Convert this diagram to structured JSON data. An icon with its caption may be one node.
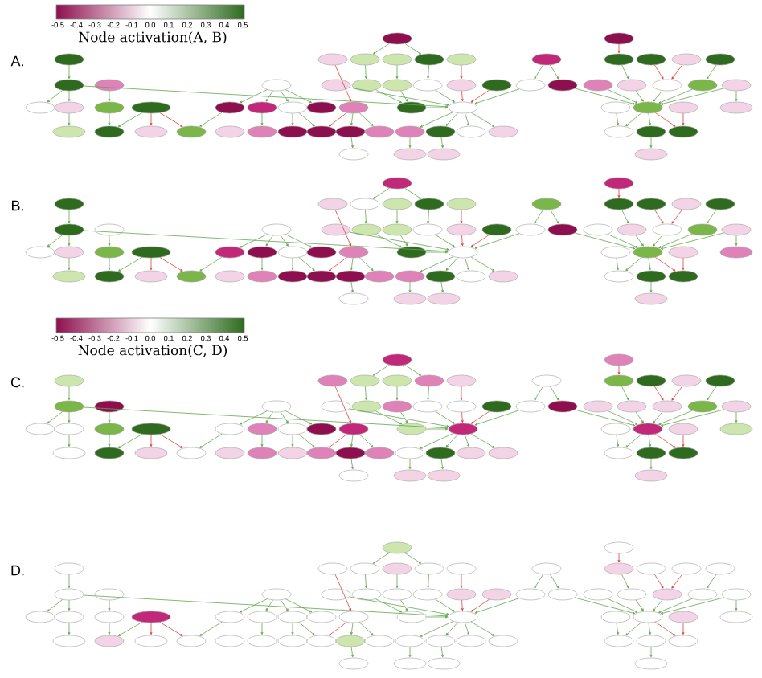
{
  "diagram": {
    "nodes": [
      {
        "text": [],
        "shape": "ellipse"
      },
      {
        "text": [],
        "shape": "ellipse"
      },
      {
        "text": [],
        "shape": "ellipse"
      },
      {
        "text": [],
        "shape": "ellipse"
      },
      {
        "text": [],
        "shape": "ellipse"
      },
      {
        "text": [],
        "shape": "ellipse"
      },
      {
        "text": [],
        "shape": "ellipse"
      },
      {
        "text": [],
        "shape": "ellipse"
      },
      {
        "text": [],
        "shape": "ellipse"
      },
      {
        "text": [],
        "shape": "ellipse"
      },
      {
        "text": [],
        "shape": "ellipse"
      },
      {
        "text": [],
        "shape": "ellipse"
      },
      {
        "text": [],
        "shape": "ellipse"
      },
      {
        "text": [],
        "shape": "ellipse"
      },
      {
        "text": [],
        "shape": "ellipse"
      },
      {
        "text": [],
        "shape": "ellipse"
      },
      {
        "text": [],
        "shape": "ellipse"
      },
      {
        "text": [],
        "shape": "ellipse"
      },
      {
        "text": [],
        "shape": "ellipse"
      },
      {
        "text": [],
        "shape": "ellipse"
      },
      {
        "text": [],
        "shape": "ellipse"
      },
      {
        "text": [],
        "shape": "ellipse"
      },
      {
        "text": [],
        "shape": "ellipse"
      },
      {
        "text": [],
        "shape": "ellipse"
      },
      {
        "text": [],
        "shape": "ellipse"
      },
      {
        "text": [],
        "shape": "ellipse"
      },
      {
        "text": [],
        "shape": "ellipse"
      },
      {
        "text": [],
        "shape": "ellipse"
      },
      {
        "text": [],
        "shape": "ellipse"
      },
      {
        "text": [],
        "shape": "ellipse"
      },
      {
        "text": [],
        "shape": "ellipse"
      },
      {
        "text": [],
        "shape": "ellipse"
      },
      {
        "text": [],
        "shape": "ellipse"
      },
      {
        "text": [],
        "shape": "ellipse"
      },
      {
        "text": [],
        "shape": "ellipse"
      },
      {
        "text": [],
        "shape": "ellipse"
      },
      {
        "text": [],
        "shape": "ellipse"
      },
      {
        "text": [],
        "shape": "ellipse"
      },
      {
        "text": [],
        "shape": "ellipse"
      },
      {
        "text": [],
        "shape": "ellipse"
      },
      {
        "text": [],
        "shape": "ellipse"
      },
      {
        "text": [],
        "shape": "ellipse"
      },
      {
        "text": [],
        "shape": "ellipse"
      },
      {
        "text": [],
        "shape": "ellipse"
      },
      {
        "text": [],
        "shape": "ellipse"
      },
      {
        "text": [],
        "shape": "ellipse"
      },
      {
        "text": [],
        "shape": "ellipse"
      },
      {
        "text": [],
        "shape": "ellipse"
      },
      {
        "text": [],
        "shape": "ellipse"
      },
      {
        "text": [],
        "shape": "ellipse"
      },
      {
        "text": [],
        "shape": "ellipse"
      },
      {
        "text": [],
        "shape": "ellipse"
      },
      {
        "text": [],
        "shape": "ellipse"
      },
      {
        "text": [],
        "shape": "ellipse"
      },
      {
        "text": [],
        "shape": "ellipse"
      },
      {
        "text": [],
        "shape": "ellipse"
      },
      {
        "text": [],
        "shape": "ellipse"
      },
      {
        "text": [],
        "shape": "ellipse"
      },
      {
        "text": [],
        "shape": "ellipse"
      },
      {
        "text": [],
        "shape": "ellipse"
      },
      {
        "text": [],
        "shape": "ellipse"
      },
      {
        "text": [],
        "shape": "ellipse"
      },
      {
        "text": [],
        "shape": "ellipse"
      },
      {
        "text": [],
        "shape": "ellipse"
      },
      {
        "text": [],
        "shape": "ellipse"
      },
      {
        "text": [],
        "shape": "ellipse"
      },
      {
        "text": [],
        "shape": "ellipse"
      },
      {
        "text": [],
        "shape": "ellipse"
      },
      {
        "text": [],
        "shape": "ellipse"
      },
      {
        "text": [],
        "shape": "ellipse"
      },
      {
        "text": [],
        "shape": "ellipse"
      },
      {
        "text": [],
        "shape": "ellipse"
      },
      {
        "text": [],
        "shape": "ellipse"
      },
      {
        "text": [],
        "shape": "ellipse"
      },
      {
        "text": [],
        "shape": "ellipse"
      },
      {
        "text": [],
        "shape": "ellipse"
      },
      {
        "text": [],
        "shape": "ellipse"
      },
      {
        "text": [],
        "shape": "ellipse"
      },
      {
        "text": [],
        "shape": "ellipse"
      },
      {
        "text": [],
        "shape": "ellipse"
      },
      {
        "text": [],
        "shape": "ellipse"
      },
      {
        "text": [],
        "shape": "ellipse"
      },
      {
        "text": [],
        "shape": "ellipse"
      },
      {
        "text": [],
        "shape": "ellipse"
      },
      {
        "text": [],
        "shape": "ellipse"
      },
      {
        "text": [],
        "shape": "ellipse"
      },
      {
        "text": [],
        "shape": "ellipse"
      },
      {
        "text": [],
        "shape": "ellipse"
      },
      {
        "text": [],
        "shape": "ellipse"
      },
      {
        "text": [],
        "shape": "ellipse"
      },
      {
        "text": [],
        "shape": "ellipse"
      },
      {
        "text": [],
        "shape": "ellipse"
      },
      {
        "text": [],
        "shape": "ellipse"
      },
      {
        "text": [],
        "shape": "ellipse"
      },
      {
        "text": [],
        "shape": "ellipse"
      },
      {
        "text": [],
        "shape": "ellipse"
      },
      {
        "text": [],
        "shape": "ellipse"
      },
      {
        "text": [],
        "shape": "ellipse"
      },
      {
        "text": [],
        "shape": "ellipse"
      },
      {
        "text": [],
        "shape": "ellipse"
      },
      {
        "text": [],
        "shape": "ellipse"
      },
      {
        "text": [],
        "shape": "ellipse"
      },
      {
        "text": [],
        "shape": "ellipse"
      },
      {
        "text": [],
        "shape": "ellipse"
      },
      {
        "text": [],
        "shape": "ellipse"
      },
      {
        "text": [],
        "shape": "ellipse"
      },
      {
        "text": [],
        "shape": "ellipse"
      },
      {
        "text": [],
        "shape": "ellipse"
      },
      {
        "text": [],
        "shape": "ellipse"
      },
      {
        "text": [],
        "shape": "ellipse"
      },
      {
        "text": [],
        "shape": "ellipse"
      },
      {
        "text": [],
        "shape": "ellipse"
      },
      {
        "text": [],
        "shape": "ellipse"
      },
      {
        "text": [],
        "shape": "ellipse"
      },
      {
        "text": [],
        "shape": "ellipse"
      },
      {
        "text": [],
        "shape": "ellipse"
      },
      {
        "text": [],
        "shape": "ellipse"
      },
      {
        "text": [],
        "shape": "ellipse"
      },
      {
        "text": [],
        "shape": "ellipse"
      },
      {
        "text": [],
        "shape": "ellipse"
      },
      {
        "text": [],
        "shape": "ellipse"
      },
      {
        "text": [],
        "shape": "ellipse"
      },
      {
        "text": [],
        "shape": "ellipse"
      },
      {
        "text": [],
        "shape": "ellipse"
      },
      {
        "text": [],
        "shape": "ellipse"
      },
      {
        "text": [],
        "shape": "ellipse"
      },
      {
        "text": [],
        "shape": "ellipse"
      },
      {
        "text": [],
        "shape": "ellipse"
      },
      {
        "text": [],
        "shape": "ellipse"
      },
      {
        "text": [],
        "shape": "ellipse"
      },
      {
        "text": [],
        "shape": "ellipse"
      },
      {
        "text": [],
        "shape": "ellipse"
      },
      {
        "text": [],
        "shape": "ellipse"
      },
      {
        "text": [],
        "shape": "ellipse"
      },
      {
        "text": [],
        "shape": "ellipse"
      },
      {
        "text": [],
        "shape": "ellipse"
      },
      {
        "text": [],
        "shape": "ellipse"
      },
      {
        "text": [],
        "shape": "ellipse"
      },
      {
        "text": [],
        "shape": "ellipse"
      },
      {
        "text": [],
        "shape": "ellipse"
      },
      {
        "text": [],
        "shape": "ellipse"
      },
      {
        "text": [],
        "shape": "ellipse"
      },
      {
        "text": [],
        "shape": "ellipse"
      },
      {
        "text": [],
        "shape": "ellipse"
      },
      {
        "text": [],
        "shape": "ellipse"
      },
      {
        "text": [],
        "shape": "ellipse"
      },
      {
        "text": [],
        "shape": "ellipse"
      },
      {
        "text": [],
        "shape": "ellipse"
      },
      {
        "text": [],
        "shape": "ellipse"
      },
      {
        "text": [],
        "shape": "ellipse"
      },
      {
        "text": [],
        "shape": "ellipse"
      },
      {
        "text": [],
        "shape": "ellipse"
      },
      {
        "text": [],
        "shape": "ellipse"
      },
      {
        "text": [],
        "shape": "ellipse"
      },
      {
        "text": [],
        "shape": "ellipse"
      },
      {
        "text": [],
        "shape": "ellipse"
      },
      {
        "text": [],
        "shape": "ellipse"
      },
      {
        "text": [],
        "shape": "ellipse"
      },
      {
        "text": [],
        "shape": "ellipse"
      },
      {
        "text": [],
        "shape": "ellipse"
      },
      {
        "text": [],
        "shape": "ellipse"
      },
      {
        "text": [],
        "shape": "ellipse"
      },
      {
        "text": [],
        "shape": "ellipse"
      },
      {
        "text": [],
        "shape": "ellipse"
      },
      {
        "text": [],
        "shape": "ellipse"
      },
      {
        "text": [],
        "shape": "ellipse"
      },
      {
        "text": [],
        "shape": "ellipse"
      },
      {
        "text": [],
        "shape": "ellipse"
      },
      {
        "text": [],
        "shape": "ellipse"
      },
      {
        "text": [],
        "shape": "ellipse"
      },
      {
        "text": [],
        "shape": "ellipse"
      },
      {
        "text": [],
        "shape": "ellipse"
      },
      {
        "text": [],
        "shape": "ellipse"
      },
      {
        "text": [],
        "shape": "ellipse"
      },
      {
        "text": [],
        "shape": "ellipse"
      },
      {
        "text": [],
        "shape": "ellipse"
      },
      {
        "text": [],
        "shape": "ellipse"
      },
      {
        "text": [],
        "shape": "ellipse"
      },
      {
        "text": [],
        "shape": "ellipse"
      },
      {
        "text": [],
        "shape": "ellipse"
      },
      {
        "text": [],
        "shape": "ellipse"
      },
      {
        "text": [],
        "shape": "ellipse"
      },
      {
        "text": [],
        "shape": "ellipse"
      },
      {
        "text": [],
        "shape": "ellipse"
      },
      {
        "text": [],
        "shape": "ellipse"
      },
      {
        "text": [],
        "shape": "ellipse"
      },
      {
        "text": [],
        "shape": "ellipse"
      },
      {
        "text": [],
        "shape": "ellipse"
      },
      {
        "text": [],
        "shape": "ellipse"
      },
      {
        "text": [],
        "shape": "ellipse"
      },
      {
        "text": [],
        "shape": "ellipse"
      },
      {
        "text": [],
        "shape": "ellipse"
      },
      {
        "text": [],
        "shape": "ellipse"
      },
      {
        "text": [],
        "shape": "ellipse"
      },
      {
        "text": [],
        "shape": "ellipse"
      },
      {
        "text": [],
        "shape": "ellipse"
      },
      {
        "text": [],
        "shape": "ellipse"
      },
      {
        "text": [],
        "shape": "ellipse"
      },
      {
        "text": [],
        "shape": "ellipse"
      },
      {
        "text": [],
        "shape": "ellipse"
      },
      {
        "text": [],
        "shape": "ellipse"
      },
      {
        "text": [],
        "shape": "ellipse"
      },
      {
        "text": [],
        "shape": "ellipse"
      },
      {
        "text": [],
        "shape": "ellipse"
      },
      {
        "text": [],
        "shape": "ellipse"
      },
      {
        "text": [],
        "shape": "ellipse"
      },
      {
        "text": [],
        "shape": "ellipse"
      },
      {
        "text": [],
        "shape": "ellipse"
      },
      {
        "text": [],
        "shape": "ellipse"
      },
      {
        "text": [],
        "shape": "ellipse"
      },
      {
        "text": [],
        "shape": "ellipse"
      },
      {
        "text": [],
        "shape": "ellipse"
      },
      {
        "text": [],
        "shape": "ellipse"
      },
      {
        "text": [],
        "shape": "ellipse"
      },
      {
        "text": [],
        "shape": "ellipse"
      },
      {
        "text": [],
        "shape": "ellipse"
      },
      {
        "text": [],
        "shape": "ellipse"
      },
      {
        "text": [],
        "shape": "ellipse"
      },
      {
        "text": [],
        "shape": "ellipse"
      },
      {
        "text": [],
        "shape": "ellipse"
      },
      {
        "text": [],
        "shape": "ellipse"
      },
      {
        "text": [],
        "shape": "ellipse"
      },
      {
        "text": [],
        "shape": "ellipse"
      },
      {
        "text": [],
        "shape": "ellipse"
      },
      {
        "text": [],
        "shape": "ellipse"
      },
      {
        "text": [],
        "shape": "ellipse"
      },
      {
        "text": [],
        "shape": "ellipse"
      },
      {
        "text": [],
        "shape": "ellipse"
      },
      {
        "text": [],
        "shape": "ellipse"
      },
      {
        "text": [],
        "shape": "ellipse"
      },
      {
        "text": [],
        "shape": "ellipse"
      },
      {
        "text": [],
        "shape": "ellipse"
      },
      {
        "text": [],
        "shape": "ellipse"
      },
      {
        "text": [],
        "shape": "ellipse"
      },
      {
        "text": [],
        "shape": "ellipse"
      },
      {
        "text": [],
        "shape": "ellipse"
      },
      {
        "text": [],
        "shape": "ellipse"
      },
      {
        "text": [],
        "shape": "ellipse"
      },
      {
        "text": [],
        "shape": "ellipse"
      },
      {
        "text": [],
        "shape": "ellipse"
      },
      {
        "text": [],
        "shape": "ellipse"
      },
      {
        "text": [],
        "shape": "ellipse"
      },
      {
        "text": [],
        "shape": "ellipse"
      },
      {
        "text": [],
        "shape": "ellipse"
      },
      {
        "text": [],
        "shape": "ellipse"
      },
      {
        "text": [],
        "shape": "ellipse"
      },
      {
        "text": [],
        "shape": "ellipse"
      },
      {
        "text": [],
        "shape": "ellipse"
      },
      {
        "text": [],
        "shape": "ellipse"
      },
      {
        "text": [],
        "shape": "ellipse"
      },
      {
        "text": [],
        "shape": "ellipse"
      },
      {
        "text": [],
        "shape": "ellipse"
      },
      {
        "text": [],
        "shape": "ellipse"
      },
      {
        "text": [],
        "shape": "ellipse"
      },
      {
        "text": [],
        "shape": "ellipse"
      },
      {
        "text": [],
        "shape": "ellipse"
      },
      {
        "text": [],
        "shape": "ellipse"
      },
      {
        "text": [],
        "shape": "ellipse"
      },
      {
        "text": [],
        "shape": "ellipse"
      },
      {
        "text": [],
        "shape": "ellipse"
      }
    ],
    "edges": [
      {
        "from": 0,
        "to": 1,
        "arrow": "to"
      },
      {
        "from": 1,
        "to": 2,
        "arrow": "to"
      },
      {
        "from": 1,
        "to": 3,
        "arrow": "to"
      },
      {
        "from": 3,
        "to": 4,
        "arrow": "to"
      },
      {
        "from": 5,
        "to": 6,
        "arrow": "to"
      },
      {
        "from": 6,
        "to": 7,
        "arrow": "to"
      },
      {
        "from": 8,
        "to": 7,
        "arrow": "to"
      },
      {
        "from": 8,
        "to": 9,
        "arrow": "to",
        "color": "#e0403a"
      },
      {
        "from": 8,
        "to": 10,
        "arrow": "to",
        "color": "#e0403a"
      },
      {
        "from": 11,
        "to": 12,
        "arrow": "to"
      },
      {
        "from": 11,
        "to": 14,
        "arrow": "to"
      },
      {
        "from": 11,
        "to": 16,
        "arrow": "to"
      },
      {
        "from": 11,
        "to": 18,
        "arrow": "to"
      },
      {
        "from": 12,
        "to": 10,
        "arrow": "to"
      },
      {
        "from": 14,
        "to": 15,
        "arrow": "to"
      },
      {
        "from": 16,
        "to": 17,
        "arrow": "to"
      },
      {
        "from": 1,
        "to": 39,
        "arrow": "to"
      },
      {
        "from": 19,
        "to": 23,
        "arrow": "to",
        "color": "#e0403a"
      },
      {
        "from": 20,
        "to": 22,
        "arrow": "to"
      },
      {
        "from": 23,
        "to": 24,
        "arrow": "to",
        "color": "#e0403a"
      },
      {
        "from": 23,
        "to": 25,
        "arrow": "to"
      },
      {
        "from": 23,
        "to": 26,
        "arrow": "to"
      },
      {
        "from": 25,
        "to": 27,
        "arrow": "to"
      },
      {
        "from": 16,
        "to": 24,
        "arrow": "to"
      },
      {
        "from": 28,
        "to": 20,
        "arrow": "to"
      },
      {
        "from": 28,
        "to": 30,
        "arrow": "to"
      },
      {
        "from": 29,
        "to": 32,
        "arrow": "to"
      },
      {
        "from": 30,
        "to": 33,
        "arrow": "to"
      },
      {
        "from": 31,
        "to": 34,
        "arrow": "to",
        "color": "#e0403a"
      },
      {
        "from": 22,
        "to": 38,
        "arrow": "to"
      },
      {
        "from": 32,
        "to": 38,
        "arrow": "to"
      },
      {
        "from": 38,
        "to": 39,
        "arrow": "to"
      },
      {
        "from": 33,
        "to": 39,
        "arrow": "to"
      },
      {
        "from": 34,
        "to": 39,
        "arrow": "to",
        "color": "#e0403a"
      },
      {
        "from": 35,
        "to": 39,
        "arrow": "to",
        "color": "#e0403a"
      },
      {
        "from": 36,
        "to": 39,
        "arrow": "to"
      },
      {
        "from": 21,
        "to": 39,
        "arrow": "to"
      },
      {
        "from": 39,
        "to": 40,
        "arrow": "to"
      },
      {
        "from": 39,
        "to": 41,
        "arrow": "to"
      },
      {
        "from": 39,
        "to": 42,
        "arrow": "to"
      },
      {
        "from": 39,
        "to": 43,
        "arrow": "to"
      },
      {
        "from": 40,
        "to": 44,
        "arrow": "to"
      },
      {
        "from": 41,
        "to": 45,
        "arrow": "to"
      },
      {
        "from": 46,
        "to": 36,
        "arrow": "to"
      },
      {
        "from": 46,
        "to": 37,
        "arrow": "to"
      },
      {
        "from": 37,
        "to": 58,
        "arrow": "to"
      },
      {
        "from": 47,
        "to": 48,
        "arrow": "to",
        "color": "#e0403a"
      },
      {
        "from": 48,
        "to": 53,
        "arrow": "to"
      },
      {
        "from": 49,
        "to": 54,
        "arrow": "to",
        "color": "#e0403a"
      },
      {
        "from": 50,
        "to": 54,
        "arrow": "to",
        "color": "#e0403a"
      },
      {
        "from": 51,
        "to": 55,
        "arrow": "to"
      },
      {
        "from": 52,
        "to": 58,
        "arrow": "to"
      },
      {
        "from": 53,
        "to": 58,
        "arrow": "to"
      },
      {
        "from": 54,
        "to": 58,
        "arrow": "to"
      },
      {
        "from": 55,
        "to": 58,
        "arrow": "to"
      },
      {
        "from": 56,
        "to": 60,
        "arrow": "to"
      },
      {
        "from": 57,
        "to": 61,
        "arrow": "to"
      },
      {
        "from": 58,
        "to": 61,
        "arrow": "to"
      },
      {
        "from": 58,
        "to": 62,
        "arrow": "to"
      },
      {
        "from": 58,
        "to": 63,
        "arrow": "to",
        "color": "#e0403a"
      },
      {
        "from": 59,
        "to": 63,
        "arrow": "to",
        "color": "#e0403a"
      },
      {
        "from": 62,
        "to": 64,
        "arrow": "to"
      },
      {
        "from": 56,
        "to": 58,
        "arrow": "to"
      },
      {
        "from": 65,
        "to": 66,
        "arrow": "to"
      },
      {
        "from": 66,
        "to": 67,
        "arrow": "to"
      },
      {
        "from": 66,
        "to": 68,
        "arrow": "to"
      },
      {
        "from": 68,
        "to": 69,
        "arrow": "to"
      },
      {
        "from": 70,
        "to": 71,
        "arrow": "to"
      },
      {
        "from": 71,
        "to": 72,
        "arrow": "to"
      },
      {
        "from": 73,
        "to": 72,
        "arrow": "to"
      },
      {
        "from": 73,
        "to": 74,
        "arrow": "to",
        "color": "#e0403a"
      },
      {
        "from": 73,
        "to": 75,
        "arrow": "to",
        "color": "#e0403a"
      },
      {
        "from": 76,
        "to": 77,
        "arrow": "to"
      },
      {
        "from": 76,
        "to": 79,
        "arrow": "to"
      },
      {
        "from": 76,
        "to": 81,
        "arrow": "to"
      },
      {
        "from": 76,
        "to": 83,
        "arrow": "to"
      },
      {
        "from": 77,
        "to": 75,
        "arrow": "to"
      },
      {
        "from": 79,
        "to": 80,
        "arrow": "to"
      },
      {
        "from": 81,
        "to": 82,
        "arrow": "to"
      },
      {
        "from": 66,
        "to": 104,
        "arrow": "to"
      },
      {
        "from": 84,
        "to": 88,
        "arrow": "to",
        "color": "#e0403a"
      },
      {
        "from": 85,
        "to": 87,
        "arrow": "to"
      },
      {
        "from": 88,
        "to": 89,
        "arrow": "to",
        "color": "#e0403a"
      },
      {
        "from": 88,
        "to": 90,
        "arrow": "to"
      },
      {
        "from": 88,
        "to": 91,
        "arrow": "to"
      },
      {
        "from": 90,
        "to": 92,
        "arrow": "to"
      },
      {
        "from": 81,
        "to": 89,
        "arrow": "to"
      },
      {
        "from": 93,
        "to": 85,
        "arrow": "to"
      },
      {
        "from": 93,
        "to": 95,
        "arrow": "to"
      },
      {
        "from": 94,
        "to": 97,
        "arrow": "to"
      },
      {
        "from": 95,
        "to": 98,
        "arrow": "to"
      },
      {
        "from": 96,
        "to": 99,
        "arrow": "to",
        "color": "#e0403a"
      },
      {
        "from": 87,
        "to": 103,
        "arrow": "to"
      },
      {
        "from": 97,
        "to": 103,
        "arrow": "to"
      },
      {
        "from": 103,
        "to": 104,
        "arrow": "to"
      },
      {
        "from": 98,
        "to": 104,
        "arrow": "to"
      },
      {
        "from": 99,
        "to": 104,
        "arrow": "to",
        "color": "#e0403a"
      },
      {
        "from": 100,
        "to": 104,
        "arrow": "to",
        "color": "#e0403a"
      },
      {
        "from": 101,
        "to": 104,
        "arrow": "to"
      },
      {
        "from": 86,
        "to": 104,
        "arrow": "to"
      },
      {
        "from": 104,
        "to": 105,
        "arrow": "to"
      },
      {
        "from": 104,
        "to": 106,
        "arrow": "to"
      },
      {
        "from": 104,
        "to": 107,
        "arrow": "to"
      },
      {
        "from": 104,
        "to": 108,
        "arrow": "to"
      },
      {
        "from": 105,
        "to": 109,
        "arrow": "to"
      },
      {
        "from": 106,
        "to": 110,
        "arrow": "to"
      },
      {
        "from": 111,
        "to": 101,
        "arrow": "to"
      },
      {
        "from": 111,
        "to": 102,
        "arrow": "to"
      },
      {
        "from": 102,
        "to": 123,
        "arrow": "to"
      },
      {
        "from": 112,
        "to": 113,
        "arrow": "to",
        "color": "#e0403a"
      },
      {
        "from": 113,
        "to": 118,
        "arrow": "to"
      },
      {
        "from": 114,
        "to": 119,
        "arrow": "to",
        "color": "#e0403a"
      },
      {
        "from": 115,
        "to": 119,
        "arrow": "to",
        "color": "#e0403a"
      },
      {
        "from": 116,
        "to": 120,
        "arrow": "to"
      },
      {
        "from": 117,
        "to": 123,
        "arrow": "to"
      },
      {
        "from": 118,
        "to": 123,
        "arrow": "to"
      },
      {
        "from": 119,
        "to": 123,
        "arrow": "to"
      },
      {
        "from": 120,
        "to": 123,
        "arrow": "to"
      },
      {
        "from": 121,
        "to": 125,
        "arrow": "to"
      },
      {
        "from": 122,
        "to": 126,
        "arrow": "to"
      },
      {
        "from": 123,
        "to": 126,
        "arrow": "to"
      },
      {
        "from": 123,
        "to": 127,
        "arrow": "to"
      },
      {
        "from": 123,
        "to": 128,
        "arrow": "to",
        "color": "#e0403a"
      },
      {
        "from": 124,
        "to": 128,
        "arrow": "to",
        "color": "#e0403a"
      },
      {
        "from": 127,
        "to": 129,
        "arrow": "to"
      },
      {
        "from": 121,
        "to": 123,
        "arrow": "to"
      },
      {
        "from": 130,
        "to": 131,
        "arrow": "to"
      },
      {
        "from": 131,
        "to": 132,
        "arrow": "to"
      },
      {
        "from": 131,
        "to": 133,
        "arrow": "to"
      },
      {
        "from": 133,
        "to": 134,
        "arrow": "to"
      },
      {
        "from": 135,
        "to": 136,
        "arrow": "to"
      },
      {
        "from": 136,
        "to": 137,
        "arrow": "to"
      },
      {
        "from": 138,
        "to": 137,
        "arrow": "to"
      },
      {
        "from": 138,
        "to": 139,
        "arrow": "to",
        "color": "#e0403a"
      },
      {
        "from": 138,
        "to": 140,
        "arrow": "to",
        "color": "#e0403a"
      },
      {
        "from": 141,
        "to": 142,
        "arrow": "to"
      },
      {
        "from": 141,
        "to": 144,
        "arrow": "to"
      },
      {
        "from": 141,
        "to": 146,
        "arrow": "to"
      },
      {
        "from": 141,
        "to": 148,
        "arrow": "to"
      },
      {
        "from": 142,
        "to": 140,
        "arrow": "to"
      },
      {
        "from": 144,
        "to": 145,
        "arrow": "to"
      },
      {
        "from": 146,
        "to": 147,
        "arrow": "to"
      },
      {
        "from": 131,
        "to": 169,
        "arrow": "to"
      },
      {
        "from": 149,
        "to": 153,
        "arrow": "to",
        "color": "#e0403a"
      },
      {
        "from": 150,
        "to": 152,
        "arrow": "to"
      },
      {
        "from": 153,
        "to": 154,
        "arrow": "to",
        "color": "#e0403a"
      },
      {
        "from": 153,
        "to": 155,
        "arrow": "to"
      },
      {
        "from": 153,
        "to": 156,
        "arrow": "to"
      },
      {
        "from": 155,
        "to": 157,
        "arrow": "to"
      },
      {
        "from": 146,
        "to": 154,
        "arrow": "to"
      },
      {
        "from": 158,
        "to": 150,
        "arrow": "to"
      },
      {
        "from": 158,
        "to": 160,
        "arrow": "to"
      },
      {
        "from": 159,
        "to": 162,
        "arrow": "to"
      },
      {
        "from": 160,
        "to": 163,
        "arrow": "to"
      },
      {
        "from": 161,
        "to": 164,
        "arrow": "to",
        "color": "#e0403a"
      },
      {
        "from": 152,
        "to": 168,
        "arrow": "to"
      },
      {
        "from": 162,
        "to": 168,
        "arrow": "to"
      },
      {
        "from": 168,
        "to": 169,
        "arrow": "to"
      },
      {
        "from": 163,
        "to": 169,
        "arrow": "to"
      },
      {
        "from": 164,
        "to": 169,
        "arrow": "to",
        "color": "#e0403a"
      },
      {
        "from": 165,
        "to": 169,
        "arrow": "to",
        "color": "#e0403a"
      },
      {
        "from": 166,
        "to": 169,
        "arrow": "to"
      },
      {
        "from": 151,
        "to": 169,
        "arrow": "to"
      },
      {
        "from": 169,
        "to": 170,
        "arrow": "to"
      },
      {
        "from": 169,
        "to": 171,
        "arrow": "to"
      },
      {
        "from": 169,
        "to": 172,
        "arrow": "to"
      },
      {
        "from": 169,
        "to": 173,
        "arrow": "to"
      },
      {
        "from": 170,
        "to": 174,
        "arrow": "to"
      },
      {
        "from": 171,
        "to": 175,
        "arrow": "to"
      },
      {
        "from": 176,
        "to": 166,
        "arrow": "to"
      },
      {
        "from": 176,
        "to": 167,
        "arrow": "to"
      },
      {
        "from": 167,
        "to": 188,
        "arrow": "to"
      },
      {
        "from": 177,
        "to": 178,
        "arrow": "to",
        "color": "#e0403a"
      },
      {
        "from": 178,
        "to": 183,
        "arrow": "to"
      },
      {
        "from": 179,
        "to": 184,
        "arrow": "to",
        "color": "#e0403a"
      },
      {
        "from": 180,
        "to": 184,
        "arrow": "to",
        "color": "#e0403a"
      },
      {
        "from": 181,
        "to": 185,
        "arrow": "to"
      },
      {
        "from": 182,
        "to": 188,
        "arrow": "to"
      },
      {
        "from": 183,
        "to": 188,
        "arrow": "to"
      },
      {
        "from": 184,
        "to": 188,
        "arrow": "to"
      },
      {
        "from": 185,
        "to": 188,
        "arrow": "to"
      },
      {
        "from": 186,
        "to": 190,
        "arrow": "to"
      },
      {
        "from": 187,
        "to": 191,
        "arrow": "to"
      },
      {
        "from": 188,
        "to": 191,
        "arrow": "to"
      },
      {
        "from": 188,
        "to": 192,
        "arrow": "to"
      },
      {
        "from": 188,
        "to": 193,
        "arrow": "to",
        "color": "#e0403a"
      },
      {
        "from": 189,
        "to": 193,
        "arrow": "to",
        "color": "#e0403a"
      },
      {
        "from": 192,
        "to": 194,
        "arrow": "to"
      },
      {
        "from": 186,
        "to": 188,
        "arrow": "to"
      },
      {
        "from": 195,
        "to": 196,
        "arrow": "to"
      },
      {
        "from": 196,
        "to": 197,
        "arrow": "to"
      },
      {
        "from": 196,
        "to": 198,
        "arrow": "to"
      },
      {
        "from": 198,
        "to": 199,
        "arrow": "to"
      },
      {
        "from": 200,
        "to": 201,
        "arrow": "to"
      },
      {
        "from": 201,
        "to": 202,
        "arrow": "to"
      },
      {
        "from": 203,
        "to": 202,
        "arrow": "to"
      },
      {
        "from": 203,
        "to": 204,
        "arrow": "to",
        "color": "#e0403a"
      },
      {
        "from": 203,
        "to": 205,
        "arrow": "to",
        "color": "#e0403a"
      },
      {
        "from": 206,
        "to": 207,
        "arrow": "to"
      },
      {
        "from": 206,
        "to": 209,
        "arrow": "to"
      },
      {
        "from": 206,
        "to": 211,
        "arrow": "to"
      },
      {
        "from": 206,
        "to": 213,
        "arrow": "to"
      },
      {
        "from": 207,
        "to": 205,
        "arrow": "to"
      },
      {
        "from": 209,
        "to": 210,
        "arrow": "to"
      },
      {
        "from": 211,
        "to": 212,
        "arrow": "to"
      },
      {
        "from": 196,
        "to": 234,
        "arrow": "to"
      },
      {
        "from": 214,
        "to": 218,
        "arrow": "to",
        "color": "#e0403a"
      },
      {
        "from": 215,
        "to": 217,
        "arrow": "to"
      },
      {
        "from": 218,
        "to": 219,
        "arrow": "to",
        "color": "#e0403a"
      },
      {
        "from": 218,
        "to": 220,
        "arrow": "to"
      },
      {
        "from": 218,
        "to": 221,
        "arrow": "to"
      },
      {
        "from": 220,
        "to": 222,
        "arrow": "to"
      },
      {
        "from": 211,
        "to": 219,
        "arrow": "to"
      },
      {
        "from": 223,
        "to": 215,
        "arrow": "to"
      },
      {
        "from": 223,
        "to": 225,
        "arrow": "to"
      },
      {
        "from": 224,
        "to": 227,
        "arrow": "to"
      },
      {
        "from": 225,
        "to": 228,
        "arrow": "to"
      },
      {
        "from": 226,
        "to": 229,
        "arrow": "to",
        "color": "#e0403a"
      },
      {
        "from": 217,
        "to": 233,
        "arrow": "to"
      },
      {
        "from": 227,
        "to": 233,
        "arrow": "to"
      },
      {
        "from": 233,
        "to": 234,
        "arrow": "to"
      },
      {
        "from": 228,
        "to": 234,
        "arrow": "to"
      },
      {
        "from": 229,
        "to": 234,
        "arrow": "to",
        "color": "#e0403a"
      },
      {
        "from": 230,
        "to": 234,
        "arrow": "to",
        "color": "#e0403a"
      },
      {
        "from": 231,
        "to": 234,
        "arrow": "to"
      },
      {
        "from": 216,
        "to": 234,
        "arrow": "to"
      },
      {
        "from": 234,
        "to": 235,
        "arrow": "to"
      },
      {
        "from": 234,
        "to": 236,
        "arrow": "to"
      },
      {
        "from": 234,
        "to": 237,
        "arrow": "to"
      },
      {
        "from": 234,
        "to": 238,
        "arrow": "to"
      },
      {
        "from": 235,
        "to": 239,
        "arrow": "to"
      },
      {
        "from": 236,
        "to": 240,
        "arrow": "to"
      },
      {
        "from": 241,
        "to": 231,
        "arrow": "to"
      },
      {
        "from": 241,
        "to": 232,
        "arrow": "to"
      },
      {
        "from": 232,
        "to": 253,
        "arrow": "to"
      },
      {
        "from": 242,
        "to": 243,
        "arrow": "to",
        "color": "#e0403a"
      },
      {
        "from": 243,
        "to": 248,
        "arrow": "to"
      },
      {
        "from": 244,
        "to": 249,
        "arrow": "to",
        "color": "#e0403a"
      },
      {
        "from": 245,
        "to": 249,
        "arrow": "to",
        "color": "#e0403a"
      },
      {
        "from": 246,
        "to": 250,
        "arrow": "to"
      },
      {
        "from": 247,
        "to": 253,
        "arrow": "to"
      },
      {
        "from": 248,
        "to": 253,
        "arrow": "to"
      },
      {
        "from": 249,
        "to": 253,
        "arrow": "to"
      },
      {
        "from": 250,
        "to": 253,
        "arrow": "to"
      },
      {
        "from": 251,
        "to": 255,
        "arrow": "to"
      },
      {
        "from": 252,
        "to": 256,
        "arrow": "to"
      },
      {
        "from": 253,
        "to": 256,
        "arrow": "to"
      },
      {
        "from": 253,
        "to": 257,
        "arrow": "to"
      },
      {
        "from": 253,
        "to": 258,
        "arrow": "to",
        "color": "#e0403a"
      },
      {
        "from": 254,
        "to": 258,
        "arrow": "to",
        "color": "#e0403a"
      },
      {
        "from": 257,
        "to": 259,
        "arrow": "to"
      },
      {
        "from": 251,
        "to": 253,
        "arrow": "to"
      }
    ],
    "labels": [
      "-0.5",
      "-0.4",
      "-0.3",
      "-0.2",
      "-0.1",
      "0.0",
      "0.1",
      "0.2",
      "0.3",
      "0.4",
      "0.5",
      "Node activation(A, B)",
      "A.",
      "B.",
      "-0.5",
      "-0.4",
      "-0.3",
      "-0.2",
      "-0.1",
      "0.0",
      "0.1",
      "0.2",
      "0.3",
      "0.4",
      "0.5",
      "Node activation(C, D)",
      "C.",
      "D."
    ]
  }
}
